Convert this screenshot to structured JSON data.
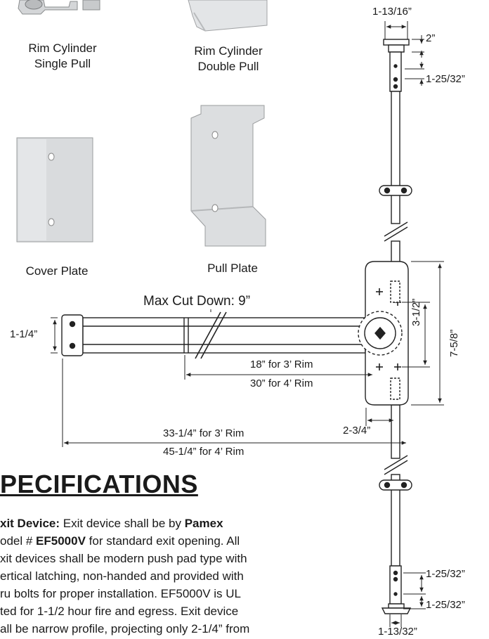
{
  "products": {
    "rim_single": {
      "line1": "Rim Cylinder",
      "line2": "Single Pull"
    },
    "rim_double": {
      "line1": "Rim Cylinder",
      "line2": "Double Pull"
    },
    "cover_plate": "Cover Plate",
    "pull_plate": "Pull Plate"
  },
  "dimensions": {
    "max_cut": "Max Cut Down: 9”",
    "bar_height": "1-1/4”",
    "cut_3ft": "18” for 3’ Rim",
    "cut_4ft": "30” for 4’ Rim",
    "overall_3ft": "33-1/4” for 3’ Rim",
    "overall_4ft": "45-1/4” for 4’ Rim",
    "head_offset": "2-3/4”",
    "head_inner": "3-1/2”",
    "head_outer": "7-5/8”",
    "rod_top_width": "1-13/16”",
    "rod_top_2": "2”",
    "rod_top_latch": "1-25/32”",
    "rod_bot_latch_1": "1-25/32”",
    "rod_bot_latch_2": "1-25/32”",
    "rod_bot_width": "1-13/32”"
  },
  "specs": {
    "title": "PECIFICATIONS",
    "lead_label": "xit Device:",
    "lead_text": " Exit device shall be by ",
    "brand": "Pamex",
    "model_prefix": "odel # ",
    "model": "EF5000V",
    "line2_rest": " for standard exit opening. All",
    "line3": "xit devices shall be modern push pad type with",
    "line4": "ertical latching, non-handed and provided with",
    "line5": "ru bolts for proper installation. EF5000V is UL",
    "line6": "ted for 1-1/2 hour fire and egress. Exit device",
    "line7": "all be narrow profile, projecting only 2-1/4” from"
  }
}
